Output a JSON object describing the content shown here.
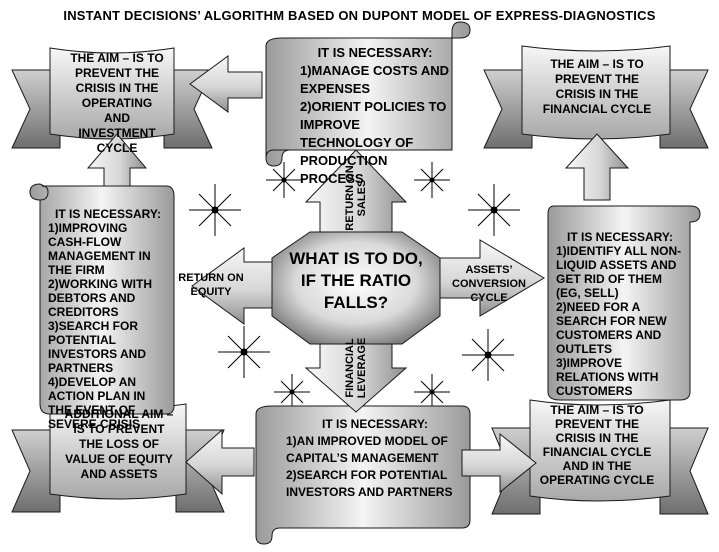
{
  "title": "INSTANT DECISIONS’ ALGORITHM  BASED ON DUPONT MODEL OF EXPRESS-DIAGNOSTICS",
  "center": {
    "question": "WHAT IS TO DO, IF THE RATIO FALLS?",
    "arrow_up": "RETURN ON SALES",
    "arrow_down": "FINANCIAL LEVERAGE",
    "arrow_left": "RETURN ON EQUITY",
    "arrow_right": "ASSETS’ CONVERSION CYCLE"
  },
  "aims": {
    "top_left": "THE AIM – IS TO PREVENT THE CRISIS IN THE OPERATING AND INVESTMENT CYCLE",
    "top_right": "THE AIM – IS TO PREVENT THE CRISIS IN THE FINANCIAL CYCLE",
    "bottom_left": "ADDITIONAL AIM – IS TO PREVENT THE LOSS OF VALUE OF EQUITY AND ASSETS",
    "bottom_right": "THE AIM – IS TO PREVENT THE CRISIS IN THE FINANCIAL CYCLE AND IN THE OPERATING CYCLE"
  },
  "necessary": {
    "top": {
      "heading": "IT IS NECESSARY:",
      "item1": "1)MANAGE COSTS AND EXPENSES",
      "item2": "2)ORIENT POLICIES TO IMPROVE TECHNOLOGY OF PRODUCTION PROCESS"
    },
    "left": {
      "heading": "IT IS NECESSARY:",
      "item1": "1)IMPROVING CASH-FLOW MANAGEMENT IN THE FIRM",
      "item2": "2)WORKING WITH DEBTORS AND CREDITORS",
      "item3": "3)SEARCH FOR POTENTIAL INVESTORS AND PARTNERS",
      "item4": "4)DEVELOP AN ACTION PLAN IN THE EVENT OF SEVERE CRISIS"
    },
    "right": {
      "heading": "IT IS NECESSARY:",
      "item1": "1)IDENTIFY ALL NON-LIQUID ASSETS AND GET RID OF THEM (EG, SELL)",
      "item2": "2)NEED FOR A SEARCH FOR NEW CUSTOMERS AND OUTLETS",
      "item3": "3)IMPROVE RELATIONS WITH CUSTOMERS"
    },
    "bottom": {
      "heading": "IT IS NECESSARY:",
      "item1": "1)AN IMPROVED MODEL OF CAPITAL’S MANAGEMENT",
      "item2": "2)SEARCH FOR POTENTIAL INVESTORS AND PARTNERS"
    }
  },
  "colors": {
    "shape_light": "#f2f2f2",
    "shape_mid": "#bfbfbf",
    "shape_dark": "#7f7f7f",
    "outline": "#1a1a1a"
  }
}
